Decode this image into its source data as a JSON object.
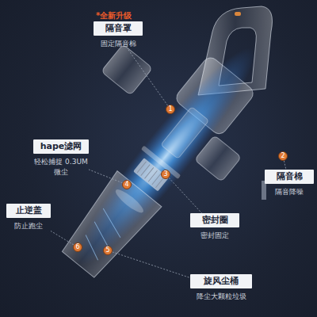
{
  "diagram": {
    "nodes": [
      {
        "text": [
          "隔音罩",
          "固定隔音棉"
        ]
      },
      {
        "text": [
          "hape滤网",
          "轻松捕捉 0.3UM微尘"
        ]
      },
      {
        "text": [
          "隔音棉",
          "隔音降噪"
        ]
      },
      {
        "text": [
          "密封圈",
          "密封固定"
        ]
      },
      {
        "text": [
          "止逆盖",
          "防止跑尘"
        ]
      },
      {
        "text": [
          "旋风尘桶",
          "降尘大颗粒垃圾"
        ]
      },
      {
        "text": [
          "1"
        ]
      },
      {
        "text": [
          "2"
        ]
      },
      {
        "text": [
          "3"
        ]
      },
      {
        "text": [
          "4"
        ]
      },
      {
        "text": [
          "5"
        ]
      },
      {
        "text": [
          "6"
        ]
      }
    ],
    "edges": [
      {
        "from": 6,
        "to": 0,
        "arrow": "none"
      },
      {
        "from": 7,
        "to": 2,
        "arrow": "none"
      },
      {
        "from": 8,
        "to": 3,
        "arrow": "none"
      },
      {
        "from": 9,
        "to": 1,
        "arrow": "none"
      },
      {
        "from": 10,
        "to": 5,
        "arrow": "none"
      },
      {
        "from": 11,
        "to": 4,
        "arrow": "none"
      }
    ],
    "labels": [
      "*全新升级"
    ]
  }
}
